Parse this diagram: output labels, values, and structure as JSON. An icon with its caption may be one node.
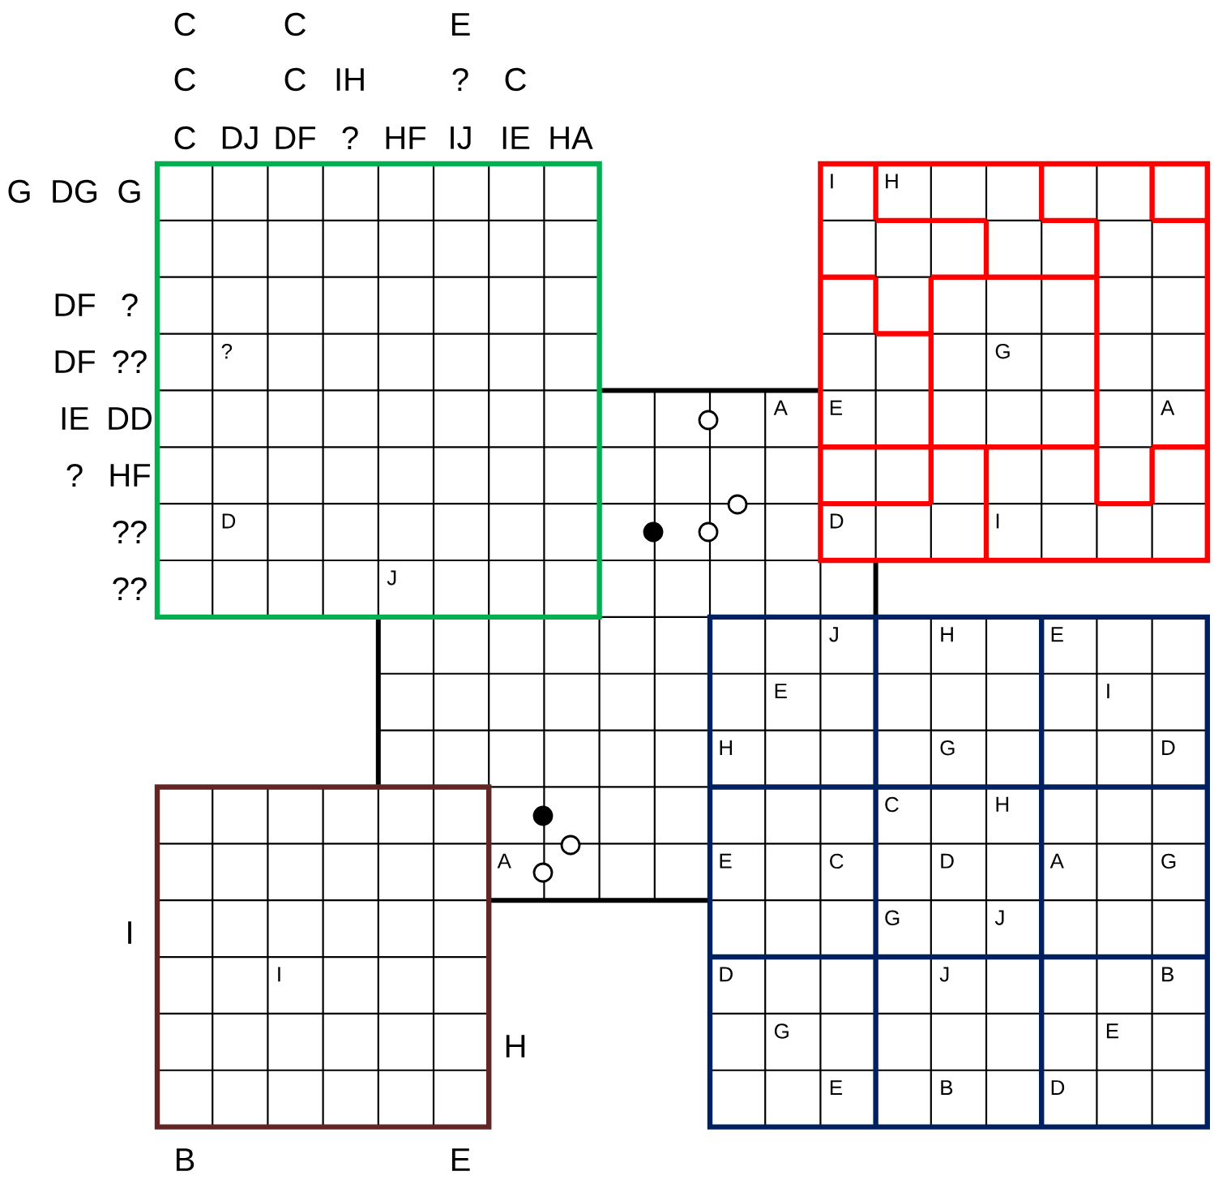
{
  "diagram": {
    "labels": [
      "C",
      "C",
      "E",
      "C",
      "C",
      "IH",
      "?",
      "C",
      "C",
      "DJ",
      "DF",
      "?",
      "HF",
      "IJ",
      "IE",
      "HA",
      "G",
      "DG",
      "G",
      "I",
      "H",
      "DF",
      "?",
      "DF",
      "??",
      "?",
      "G",
      "IE",
      "DD",
      "A",
      "E",
      "A",
      "?",
      "HF",
      "??",
      "D",
      "D",
      "I",
      "??",
      "J",
      "J",
      "H",
      "E",
      "E",
      "I",
      "H",
      "G",
      "D",
      "C",
      "H",
      "A",
      "E",
      "C",
      "D",
      "A",
      "G",
      "I",
      "G",
      "J",
      "I",
      "D",
      "J",
      "B",
      "H",
      "G",
      "E",
      "E",
      "B",
      "D",
      "B",
      "E"
    ]
  }
}
